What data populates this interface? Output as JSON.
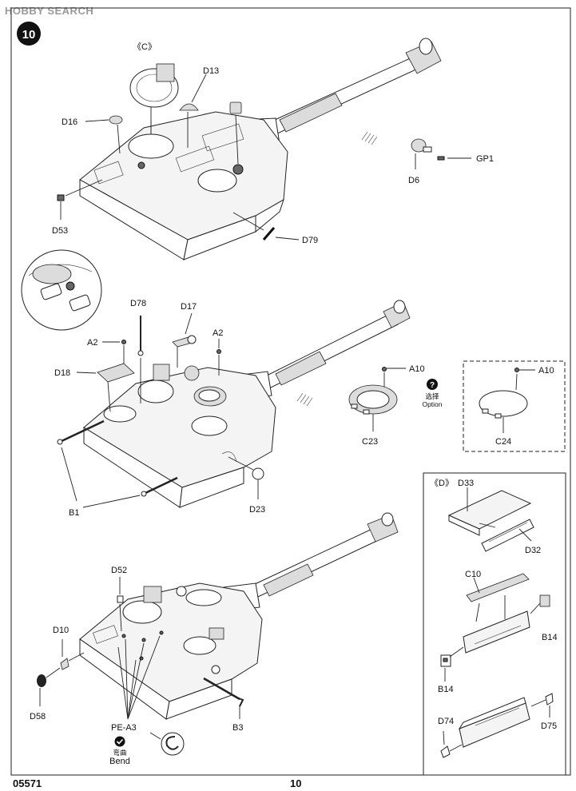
{
  "header": {
    "logo_text": "HOBBY SEARCH"
  },
  "step": {
    "number": "10"
  },
  "footer": {
    "product_code": "05571",
    "page_number": "10"
  },
  "labels": {
    "C_group": "《C》",
    "D13": "D13",
    "D16": "D16",
    "D53": "D53",
    "D79": "D79",
    "D6": "D6",
    "GP1": "GP1",
    "D78": "D78",
    "D17": "D17",
    "A2_left": "A2",
    "A2_right": "A2",
    "D18": "D18",
    "A10_mid": "A10",
    "A10_box": "A10",
    "C23": "C23",
    "C24": "C24",
    "B1": "B1",
    "D23": "D23",
    "D52": "D52",
    "D10": "D10",
    "D58": "D58",
    "PE_A3": "PE-A3",
    "B3": "B3",
    "D_group": "《D》",
    "D33": "D33",
    "D32": "D32",
    "C10": "C10",
    "B14_right": "B14",
    "B14_left": "B14",
    "D74": "D74",
    "D75": "D75"
  },
  "option_badge": {
    "icon": "question-icon",
    "cn": "选择",
    "en": "Option"
  },
  "bend_badge": {
    "icon": "check-icon",
    "cn": "弯曲",
    "en": "Bend"
  }
}
